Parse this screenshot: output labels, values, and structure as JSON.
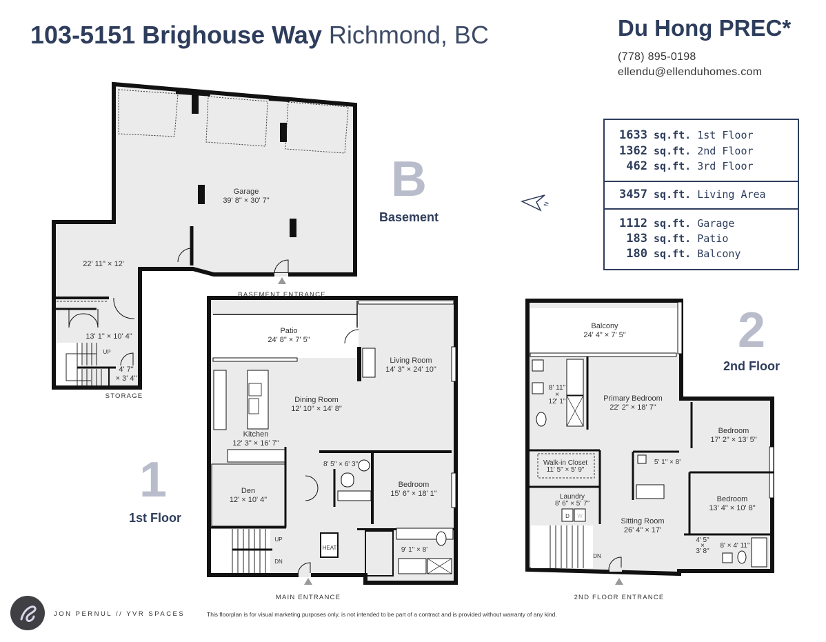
{
  "header": {
    "address": "103-5151 Brighouse Way",
    "city": "Richmond, BC",
    "agent_name": "Du Hong PREC*",
    "phone": "(778) 895-0198",
    "email": "ellendu@ellenduhomes.com"
  },
  "area_summary": {
    "unit": "sq.ft.",
    "floors": [
      {
        "value": "1633",
        "label": "1st Floor"
      },
      {
        "value": "1362",
        "label": "2nd Floor"
      },
      {
        "value": "462",
        "label": "3rd Floor"
      }
    ],
    "living": {
      "value": "3457",
      "label": "Living Area"
    },
    "other": [
      {
        "value": "1112",
        "label": "Garage"
      },
      {
        "value": "183",
        "label": "Patio"
      },
      {
        "value": "180",
        "label": "Balcony"
      }
    ]
  },
  "compass_icon": "north-arrow-icon",
  "basement": {
    "marker": "B",
    "name": "Basement",
    "entrance": "BASEMENT ENTRANCE",
    "storage_caption": "STORAGE",
    "rooms": [
      {
        "name": "Garage",
        "dims": "39' 8\" × 30' 7\""
      },
      {
        "name": "",
        "dims": "22' 11\" × 12'"
      },
      {
        "name": "",
        "dims": "13' 1\" × 10' 4\""
      },
      {
        "name": "",
        "dims": "4' 7\"\n× 3' 4\""
      }
    ],
    "stairs_up": "UP"
  },
  "first_floor": {
    "marker": "1",
    "name": "1st Floor",
    "entrance": "MAIN ENTRANCE",
    "rooms": [
      {
        "name": "Patio",
        "dims": "24' 8\" × 7' 5\""
      },
      {
        "name": "Living Room",
        "dims": "14' 3\" × 24' 10\""
      },
      {
        "name": "Dining Room",
        "dims": "12' 10\" × 14' 8\""
      },
      {
        "name": "Kitchen",
        "dims": "12' 3\" × 16' 7\""
      },
      {
        "name": "Den",
        "dims": "12' × 10' 4\""
      },
      {
        "name": "Bedroom",
        "dims": "15' 6\" × 18' 1\""
      },
      {
        "name": "",
        "dims": "8' 5\" × 6' 3\""
      },
      {
        "name": "",
        "dims": "9' 1\" × 8'"
      }
    ],
    "heat": "HEAT",
    "stairs_up": "UP",
    "stairs_down": "DN"
  },
  "second_floor": {
    "marker": "2",
    "name": "2nd Floor",
    "entrance": "2ND FLOOR ENTRANCE",
    "rooms": [
      {
        "name": "Balcony",
        "dims": "24' 4\" × 7' 5\""
      },
      {
        "name": "Primary Bedroom",
        "dims": "22' 2\" × 18' 7\""
      },
      {
        "name": "",
        "dims": "8' 11\"\n×\n12' 1\""
      },
      {
        "name": "Walk-in Closet",
        "dims": "11' 5\" × 5' 9\""
      },
      {
        "name": "Laundry",
        "dims": "8' 6\" × 5' 7\""
      },
      {
        "name": "Bedroom",
        "dims": "17' 2\" × 13' 5\""
      },
      {
        "name": "Bedroom",
        "dims": "13' 4\" × 10' 8\""
      },
      {
        "name": "Sitting Room",
        "dims": "26' 4\" × 17'"
      },
      {
        "name": "",
        "dims": "5' 1\" × 8'"
      },
      {
        "name": "",
        "dims": "4' 5\"\n×\n3' 8\""
      },
      {
        "name": "",
        "dims": "8' × 4' 11\""
      }
    ],
    "dryer": "D",
    "washer": "W",
    "stairs_down": "DN"
  },
  "footer": {
    "brand": "JON PERNUL // YVR SPACES",
    "disclaimer": "This floorplan is for visual marketing purposes only, is not intended to be part of a contract and is provided without warranty of any kind."
  },
  "colors": {
    "brand": "#2e3d5c",
    "marker": "#b9bdcb",
    "floor_fill": "#ebebeb",
    "wall": "#111111"
  }
}
